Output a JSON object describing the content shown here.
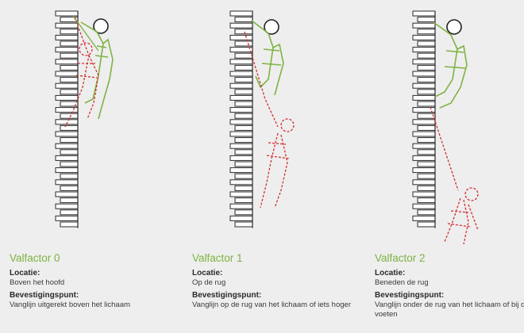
{
  "colors": {
    "background": "#efeeee",
    "accent_green": "#7cb342",
    "fall_red": "#d32f2f",
    "brick_outline": "#2a2a2a"
  },
  "factors": [
    {
      "title": "Valfactor 0",
      "location_label": "Locatie:",
      "location_value": "Boven het hoofd",
      "anchor_label": "Bevestigingspunt:",
      "anchor_value": "Vanglijn uitgerekt boven het lichaam"
    },
    {
      "title": "Valfactor 1",
      "location_label": "Locatie:",
      "location_value": "Op de rug",
      "anchor_label": "Bevestigingspunt:",
      "anchor_value": "Vanglijn op de rug van het lichaam of iets hoger"
    },
    {
      "title": "Valfactor 2",
      "location_label": "Locatie:",
      "location_value": "Beneden de rug",
      "anchor_label": "Bevestigingspunt:",
      "anchor_value": "Vanglijn onder de rug van het lichaam of bij de voeten"
    }
  ]
}
